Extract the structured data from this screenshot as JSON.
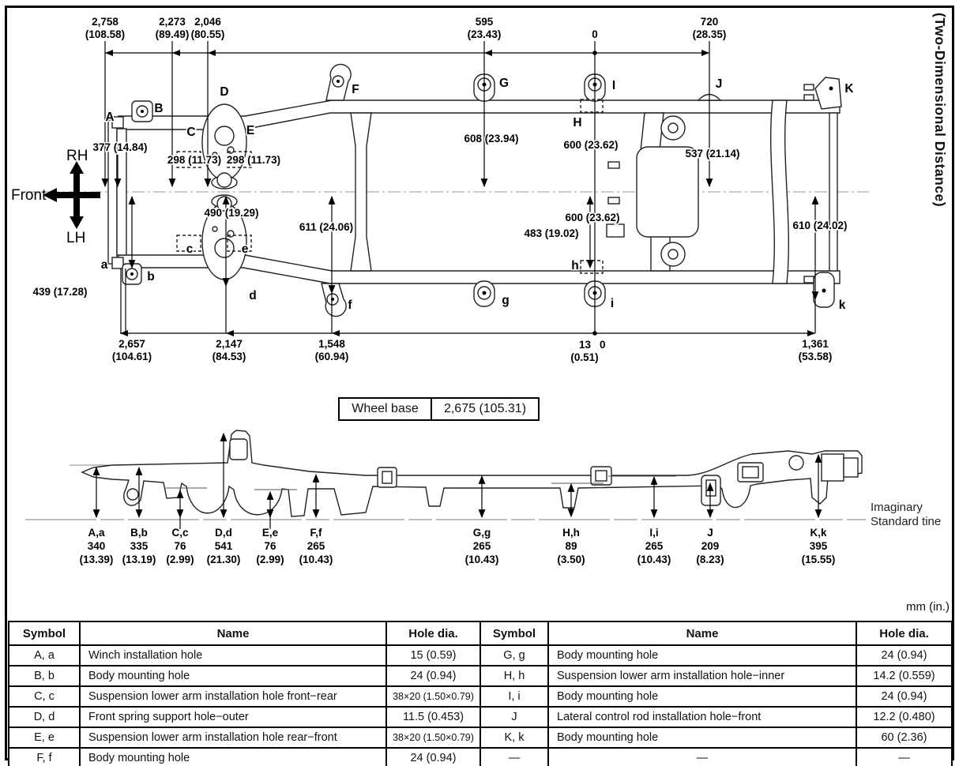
{
  "page": {
    "vertical_title": "(Two-Dimensional Distance)",
    "units_note": "mm (in.)"
  },
  "orientation": {
    "front": "Front",
    "rh": "RH",
    "lh": "LH"
  },
  "top_view": {
    "top_dims": [
      {
        "mm": "2,758",
        "in": "(108.58)"
      },
      {
        "mm": "2,273",
        "in": "(89.49)"
      },
      {
        "mm": "2,046",
        "in": "(80.55)"
      },
      {
        "mm": "595",
        "in": "(23.43)"
      },
      {
        "mm": "0",
        "in": ""
      },
      {
        "mm": "720",
        "in": "(28.35)"
      }
    ],
    "mid_dims": [
      "377 (14.84)",
      "298 (11.73)",
      "298 (11.73)",
      "490 (19.29)",
      "611 (24.06)",
      "608 (23.94)",
      "600 (23.62)",
      "600 (23.62)",
      "483 (19.02)",
      "537 (21.14)",
      "610 (24.02)",
      "439 (17.28)"
    ],
    "bottom_dims": [
      {
        "mm": "2,657",
        "in": "(104.61)"
      },
      {
        "mm": "2,147",
        "in": "(84.53)"
      },
      {
        "mm": "1,548",
        "in": "(60.94)"
      },
      {
        "mm": "13",
        "in": "(0.51)"
      },
      {
        "mm": "0",
        "in": ""
      },
      {
        "mm": "1,361",
        "in": "(53.58)"
      }
    ],
    "upper_letters": [
      "A",
      "B",
      "C",
      "D",
      "E",
      "F",
      "G",
      "H",
      "I",
      "J",
      "K"
    ],
    "lower_letters": [
      "a",
      "b",
      "c",
      "d",
      "e",
      "f",
      "g",
      "h",
      "i",
      "k"
    ]
  },
  "wheel_base": {
    "label": "Wheel base",
    "value": "2,675 (105.31)"
  },
  "side_view": {
    "points": [
      {
        "sym": "A,a",
        "mm": "340",
        "in": "(13.39)"
      },
      {
        "sym": "B,b",
        "mm": "335",
        "in": "(13.19)"
      },
      {
        "sym": "C,c",
        "mm": "76",
        "in": "(2.99)"
      },
      {
        "sym": "D,d",
        "mm": "541",
        "in": "(21.30)"
      },
      {
        "sym": "E,e",
        "mm": "76",
        "in": "(2.99)"
      },
      {
        "sym": "F,f",
        "mm": "265",
        "in": "(10.43)"
      },
      {
        "sym": "G,g",
        "mm": "265",
        "in": "(10.43)"
      },
      {
        "sym": "H,h",
        "mm": "89",
        "in": "(3.50)"
      },
      {
        "sym": "I,i",
        "mm": "265",
        "in": "(10.43)"
      },
      {
        "sym": "J",
        "mm": "209",
        "in": "(8.23)"
      },
      {
        "sym": "K,k",
        "mm": "395",
        "in": "(15.55)"
      }
    ],
    "ground_label_line1": "Imaginary",
    "ground_label_line2": "Standard tine"
  },
  "hole_table": {
    "headers": [
      "Symbol",
      "Name",
      "Hole dia.",
      "Symbol",
      "Name",
      "Hole dia."
    ],
    "rows": [
      [
        "A, a",
        "Winch installation hole",
        "15 (0.59)",
        "G, g",
        "Body mounting hole",
        "24 (0.94)"
      ],
      [
        "B, b",
        "Body mounting hole",
        "24 (0.94)",
        "H, h",
        "Suspension lower arm installation hole−inner",
        "14.2 (0.559)"
      ],
      [
        "C, c",
        "Suspension lower arm installation hole front−rear",
        "38×20 (1.50×0.79)",
        "I, i",
        "Body mounting hole",
        "24 (0.94)"
      ],
      [
        "D, d",
        "Front spring support hole−outer",
        "11.5 (0.453)",
        "J",
        "Lateral control rod installation hole−front",
        "12.2 (0.480)"
      ],
      [
        "E, e",
        "Suspension lower arm installation hole rear−front",
        "38×20 (1.50×0.79)",
        "K, k",
        "Body mounting hole",
        "60 (2.36)"
      ],
      [
        "F, f",
        "Body mounting hole",
        "24 (0.94)",
        "—",
        "—",
        "—"
      ]
    ]
  }
}
